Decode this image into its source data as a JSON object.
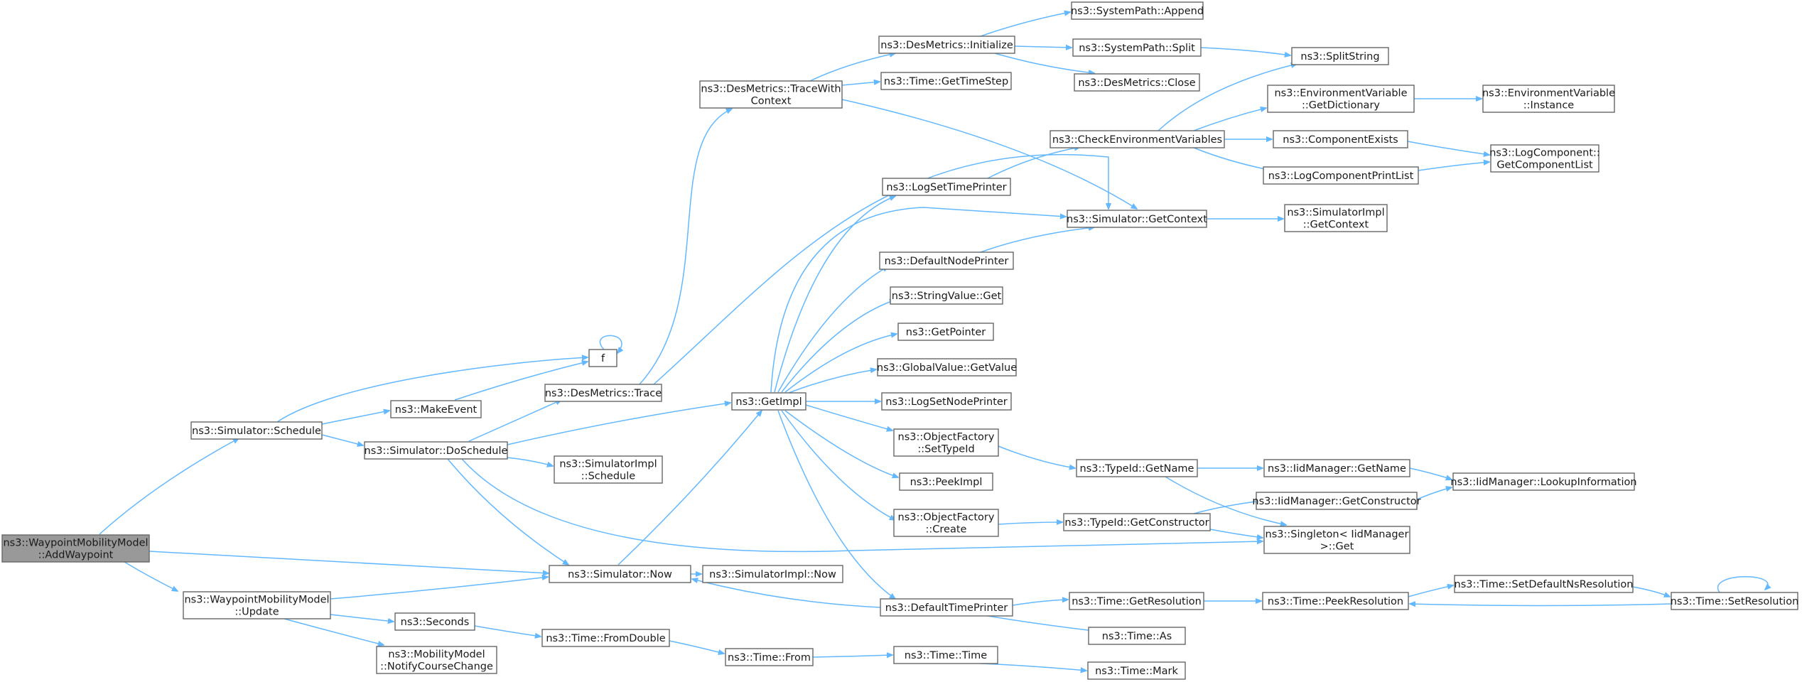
{
  "nodes": {
    "root": [
      "ns3::WaypointMobilityModel",
      "::AddWaypoint"
    ],
    "schedule": [
      "ns3::Simulator::Schedule"
    ],
    "wmUpdate": [
      "ns3::WaypointMobilityModel",
      "::Update"
    ],
    "f": [
      "f"
    ],
    "makeEvent": [
      "ns3::MakeEvent"
    ],
    "doSchedule": [
      "ns3::Simulator::DoSchedule"
    ],
    "now": [
      "ns3::Simulator::Now"
    ],
    "seconds": [
      "ns3::Seconds"
    ],
    "notifyCourse": [
      "ns3::MobilityModel",
      "::NotifyCourseChange"
    ],
    "desTrace": [
      "ns3::DesMetrics::Trace"
    ],
    "implSchedule": [
      "ns3::SimulatorImpl",
      "::Schedule"
    ],
    "implNow": [
      "ns3::SimulatorImpl::Now"
    ],
    "fromDouble": [
      "ns3::Time::FromDouble"
    ],
    "traceWith": [
      "ns3::DesMetrics::TraceWith",
      "Context"
    ],
    "getImpl": [
      "ns3::GetImpl"
    ],
    "timeFrom": [
      "ns3::Time::From"
    ],
    "desInit": [
      "ns3::DesMetrics::Initialize"
    ],
    "getTimeStep": [
      "ns3::Time::GetTimeStep"
    ],
    "logSetTimePrinter": [
      "ns3::LogSetTimePrinter"
    ],
    "defaultNodePrinter": [
      "ns3::DefaultNodePrinter"
    ],
    "stringValueGet": [
      "ns3::StringValue::Get"
    ],
    "getPointer": [
      "ns3::GetPointer"
    ],
    "globalGetValue": [
      "ns3::GlobalValue::GetValue"
    ],
    "logSetNodePrinter": [
      "ns3::LogSetNodePrinter"
    ],
    "ofSetTypeId": [
      "ns3::ObjectFactory",
      "::SetTypeId"
    ],
    "peekImpl": [
      "ns3::PeekImpl"
    ],
    "ofCreate": [
      "ns3::ObjectFactory",
      "::Create"
    ],
    "defaultTimePrinter": [
      "ns3::DefaultTimePrinter"
    ],
    "timeTime": [
      "ns3::Time::Time"
    ],
    "spAppend": [
      "ns3::SystemPath::Append"
    ],
    "spSplit": [
      "ns3::SystemPath::Split"
    ],
    "desClose": [
      "ns3::DesMetrics::Close"
    ],
    "checkEnv": [
      "ns3::CheckEnvironmentVariables"
    ],
    "getContext": [
      "ns3::Simulator::GetContext"
    ],
    "getName": [
      "ns3::TypeId::GetName"
    ],
    "getConstructor": [
      "ns3::TypeId::GetConstructor"
    ],
    "getResolution": [
      "ns3::Time::GetResolution"
    ],
    "timeAs": [
      "ns3::Time::As"
    ],
    "timeMark": [
      "ns3::Time::Mark"
    ],
    "splitString": [
      "ns3::SplitString"
    ],
    "envGetDict": [
      "ns3::EnvironmentVariable",
      "::GetDictionary"
    ],
    "componentExists": [
      "ns3::ComponentExists"
    ],
    "logCompPrintList": [
      "ns3::LogComponentPrintList"
    ],
    "implGetContext": [
      "ns3::SimulatorImpl",
      "::GetContext"
    ],
    "iidGetName": [
      "ns3::IidManager::GetName"
    ],
    "iidGetConstructor": [
      "ns3::IidManager::GetConstructor"
    ],
    "singletonGet": [
      "ns3::Singleton< IidManager",
      ">::Get"
    ],
    "peekResolution": [
      "ns3::Time::PeekResolution"
    ],
    "envInstance": [
      "ns3::EnvironmentVariable",
      "::Instance"
    ],
    "logCompGetList": [
      "ns3::LogComponent::",
      "GetComponentList"
    ],
    "iidLookup": [
      "ns3::IidManager::LookupInformation"
    ],
    "setDefaultNs": [
      "ns3::Time::SetDefaultNsResolution"
    ],
    "setResolution": [
      "ns3::Time::SetResolution"
    ]
  },
  "colors": {
    "edge": "#63b8ff",
    "node_border": "#666666",
    "root_fill": "#999999"
  }
}
